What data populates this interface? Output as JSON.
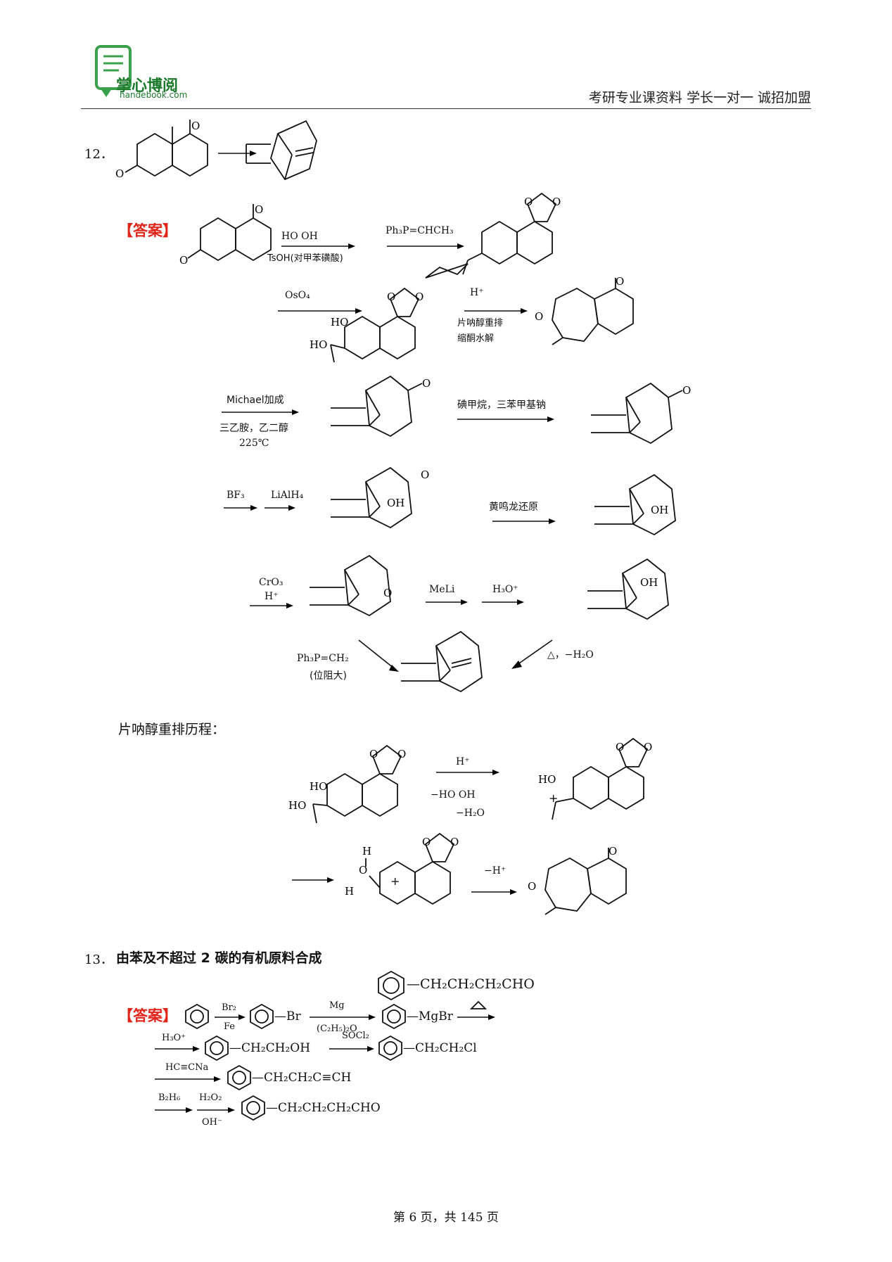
{
  "header": {
    "logo_text": "掌心博阅",
    "logo_url": "handebook.com",
    "slogan": "考研专业课资料 学长一对一 诚招加盟"
  },
  "q12": {
    "number": "12．",
    "answer_tag": "【答案】",
    "reagents": {
      "s1_top": "HO    OH",
      "s1_bottom": "TsOH(对甲苯磺酸)",
      "s2": "Ph₃P=CHCH₃",
      "s3": "OsO₄",
      "s4_top": "H⁺",
      "s4_mid": "片呐醇重排",
      "s4_bottom": "缩酮水解",
      "s5_top": "Michael加成",
      "s5_mid": "三乙胺，乙二醇",
      "s5_bottom": "225℃",
      "s6": "碘甲烷，三苯甲基钠",
      "s7_a": "BF₃",
      "s7_b": "LiAlH₄",
      "s8": "黄鸣龙还原",
      "s9_top": "CrO₃",
      "s9_bottom": "H⁺",
      "s10": "MeLi",
      "s11": "H₃O⁺",
      "s12": "Ph₃P=CH₂",
      "s12_note": "(位阻大)",
      "s13": "△，−H₂O"
    },
    "mech_title": "片呐醇重排历程：",
    "mech": {
      "r1_top": "H⁺",
      "r1_mid": "−HO    OH",
      "r1_bottom": "−H₂O",
      "r2": "−H⁺"
    }
  },
  "q13": {
    "number": "13．",
    "text": "由苯及不超过 2 碳的有机原料合成",
    "target": "—CH₂CH₂CH₂CHO",
    "answer_tag": "【答案】",
    "line1": {
      "r1_top": "Br₂",
      "r1_bottom": "Fe",
      "p1": "—Br",
      "r2_top": "Mg",
      "r2_bottom": "(C₂H₅)₂O",
      "p2": "—MgBr"
    },
    "line2": {
      "r_top": "H₃O⁺",
      "p1": "—CH₂CH₂OH",
      "r2_top": "SOCl₂",
      "p2": "—CH₂CH₂Cl"
    },
    "line3": {
      "r_top": "HC≡CNa",
      "p": "—CH₂CH₂C≡CH"
    },
    "line4": {
      "r1": "B₂H₆",
      "r2_top": "H₂O₂",
      "r2_bottom": "OH⁻",
      "p": "—CH₂CH₂CH₂CHO"
    }
  },
  "footer": "第 6 页，共 145 页"
}
